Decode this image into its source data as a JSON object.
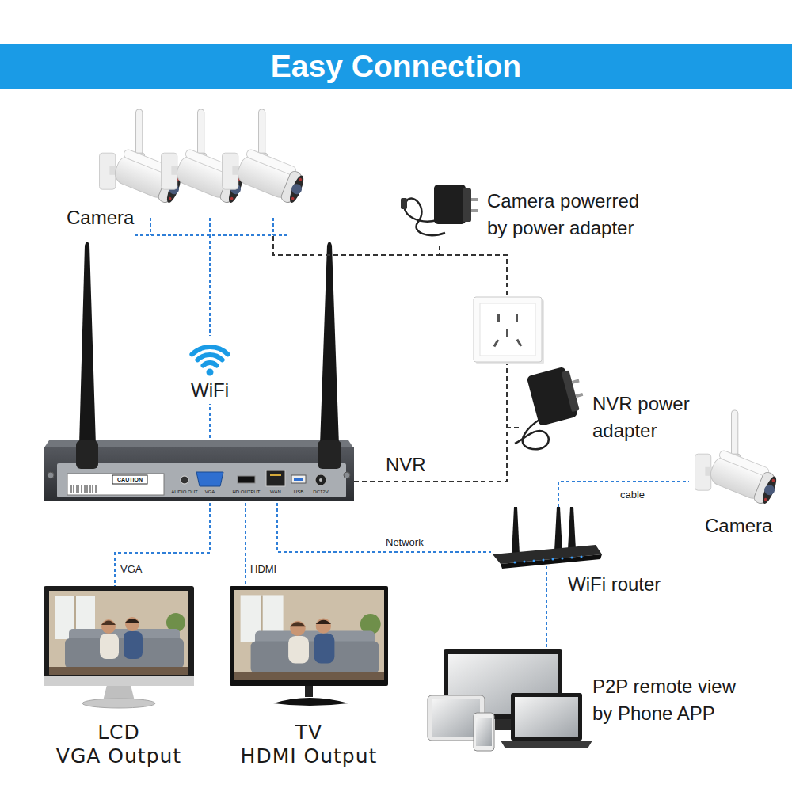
{
  "diagram": {
    "title": "Easy Connection",
    "nodes": [
      {
        "text": [
          "Camera"
        ]
      },
      {
        "text": [
          "Camera powerred by power adapter"
        ]
      },
      {
        "text": [
          "NVR power adapter"
        ]
      },
      {
        "text": [
          "NVR"
        ]
      },
      {
        "text": [
          "Camera"
        ]
      },
      {
        "text": [
          "WiFi router"
        ]
      },
      {
        "text": [
          "LCD",
          "VGA Output"
        ]
      },
      {
        "text": [
          "TV",
          "HDMI Output"
        ]
      },
      {
        "text": [
          "P2P remote view by Phone APP"
        ]
      }
    ],
    "edges": [
      {
        "from": 0,
        "to": 3,
        "label": "WiFi",
        "arrow": "none"
      },
      {
        "from": 1,
        "to": 0,
        "arrow": "none"
      },
      {
        "from": 2,
        "to": 3,
        "arrow": "none"
      },
      {
        "from": 3,
        "to": 6,
        "label": "VGA",
        "arrow": "none"
      },
      {
        "from": 3,
        "to": 7,
        "label": "HDMI",
        "arrow": "none"
      },
      {
        "from": 3,
        "to": 5,
        "label": "Network",
        "arrow": "none"
      },
      {
        "from": 5,
        "to": 4,
        "label": "cable",
        "arrow": "none"
      },
      {
        "from": 5,
        "to": 8,
        "arrow": "none"
      }
    ],
    "labels": [
      "CAUTION",
      "AUDIO OUT",
      "VGA",
      "HD OUTPUT",
      "WAN",
      "USB",
      "DC12V"
    ]
  }
}
